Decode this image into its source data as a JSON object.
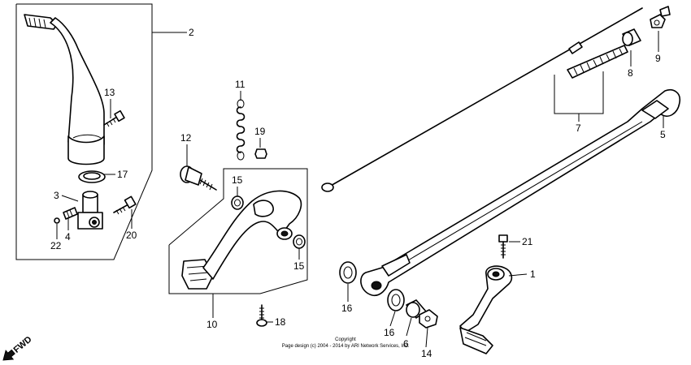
{
  "callouts": {
    "c1": "1",
    "c2": "2",
    "c3": "3",
    "c4": "4",
    "c5": "5",
    "c6": "6",
    "c7": "7",
    "c8": "8",
    "c9": "9",
    "c10": "10",
    "c11": "11",
    "c12": "12",
    "c13": "13",
    "c14": "14",
    "c15a": "15",
    "c15b": "15",
    "c16a": "16",
    "c16b": "16",
    "c17": "17",
    "c18": "18",
    "c19": "19",
    "c20": "20",
    "c21": "21",
    "c22": "22"
  },
  "fwd_label": "FWD",
  "copyright": {
    "line1": "Copyright",
    "line2": "Page design (c) 2004 - 2014 by ARI Network Services, Inc."
  }
}
